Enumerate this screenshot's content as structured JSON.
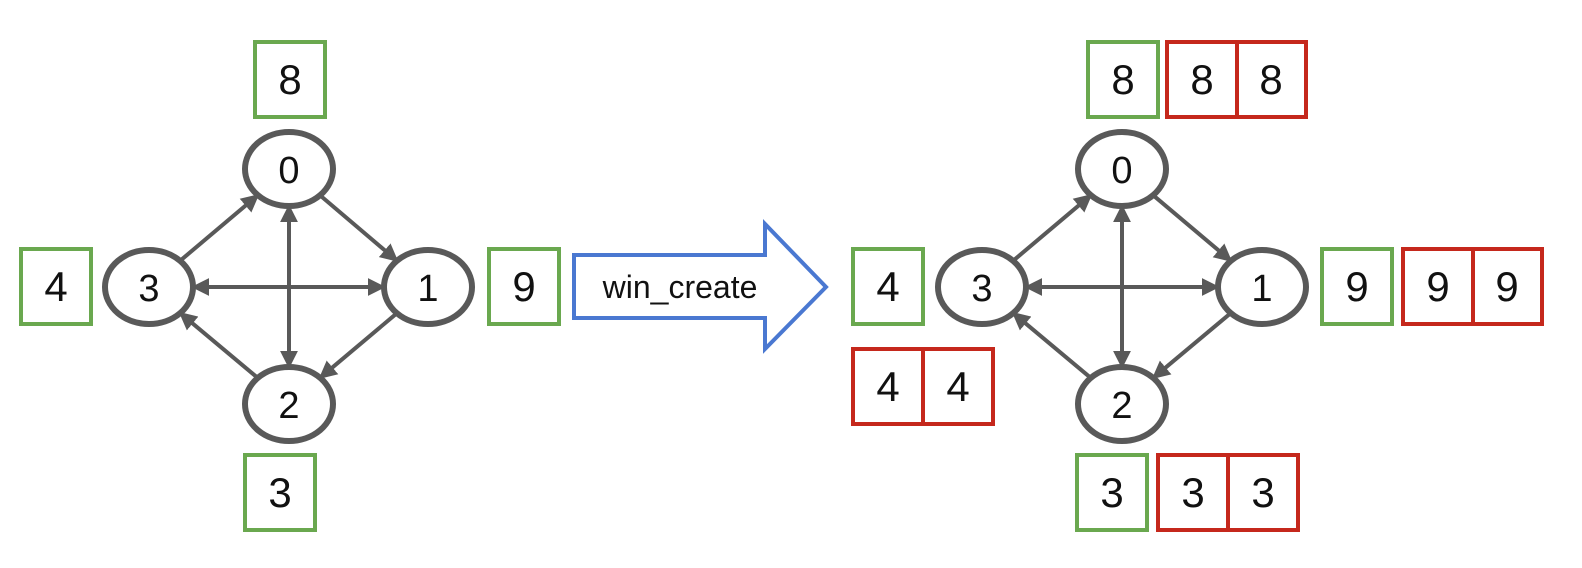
{
  "colors": {
    "node_stroke": "#595959",
    "edge": "#595959",
    "local_box": "#6aa84f",
    "window_box": "#c5281c",
    "arrow": "#4a78d1",
    "text": "#111111",
    "background": "#ffffff"
  },
  "operation": {
    "label": "win_create"
  },
  "left_graph": {
    "nodes": [
      {
        "id": "0",
        "label": "0"
      },
      {
        "id": "1",
        "label": "1"
      },
      {
        "id": "2",
        "label": "2"
      },
      {
        "id": "3",
        "label": "3"
      }
    ],
    "edges": [
      {
        "from": "3",
        "to": "0"
      },
      {
        "from": "0",
        "to": "1"
      },
      {
        "from": "1",
        "to": "2"
      },
      {
        "from": "2",
        "to": "3"
      },
      {
        "from": "0",
        "to": "2",
        "bidirectional": true
      },
      {
        "from": "3",
        "to": "1",
        "bidirectional": true
      }
    ],
    "local_values": {
      "0": "8",
      "1": "9",
      "2": "3",
      "3": "4"
    }
  },
  "right_graph": {
    "nodes": [
      {
        "id": "0",
        "label": "0"
      },
      {
        "id": "1",
        "label": "1"
      },
      {
        "id": "2",
        "label": "2"
      },
      {
        "id": "3",
        "label": "3"
      }
    ],
    "edges": [
      {
        "from": "3",
        "to": "0"
      },
      {
        "from": "0",
        "to": "1"
      },
      {
        "from": "1",
        "to": "2"
      },
      {
        "from": "2",
        "to": "3"
      },
      {
        "from": "0",
        "to": "2",
        "bidirectional": true
      },
      {
        "from": "3",
        "to": "1",
        "bidirectional": true
      }
    ],
    "local_values": {
      "0": "8",
      "1": "9",
      "2": "3",
      "3": "4"
    },
    "window_values": {
      "0": [
        "8",
        "8"
      ],
      "1": [
        "9",
        "9"
      ],
      "2": [
        "3",
        "3"
      ],
      "3": [
        "4",
        "4"
      ]
    }
  }
}
